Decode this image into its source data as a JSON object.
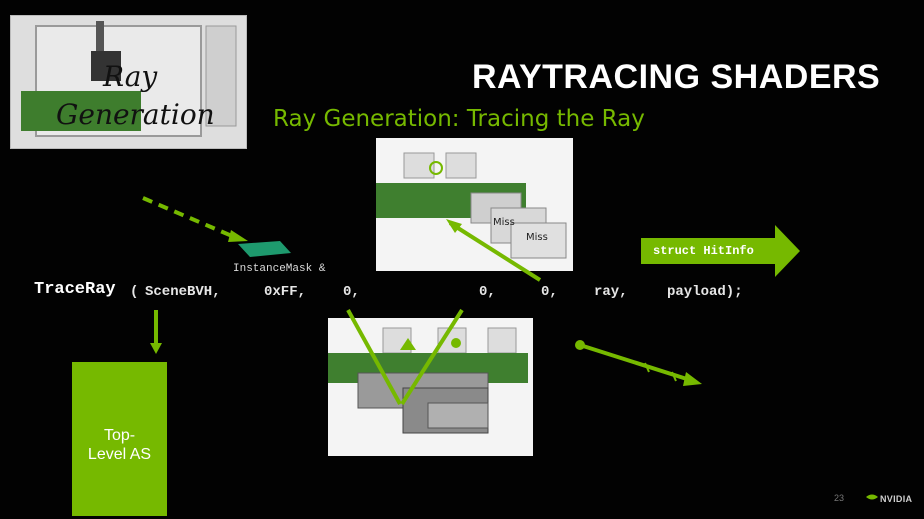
{
  "slide": {
    "title": "RAYTRACING SHADERS",
    "subtitle": "Ray Generation: Tracing the Ray",
    "page_number": "23",
    "logo_text": "NVIDIA"
  },
  "thumbnail": {
    "text_line1": "Ray",
    "text_line2": "Generation"
  },
  "code": {
    "function": "TraceRay",
    "open_paren": "(",
    "args": {
      "scene": "SceneBVH,",
      "mask": "0xFF,",
      "flags": "0,",
      "hitgroup_offset": "0,",
      "stride": "0,",
      "ray": "ray,",
      "payload": "payload);"
    },
    "instance_mask_label": "InstanceMask &"
  },
  "diagram": {
    "hitinfo_label": "struct HitInfo",
    "tlas_label_line1": "Top-",
    "tlas_label_line2": "Level AS",
    "miss_label_1": "Miss",
    "miss_label_2": "Miss"
  },
  "colors": {
    "accent": "#76b900",
    "background": "#020202",
    "text": "#ffffff"
  }
}
